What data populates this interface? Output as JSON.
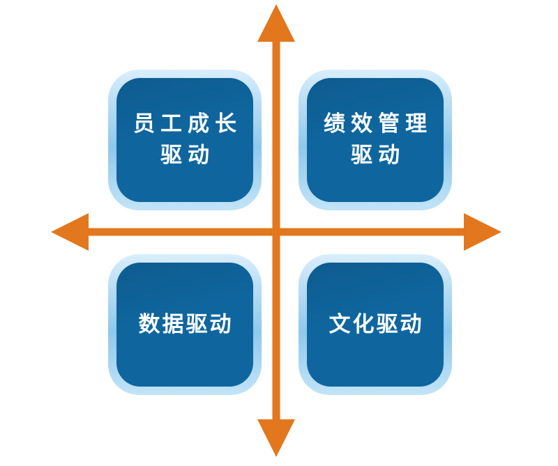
{
  "diagram": {
    "type": "quadrant-matrix",
    "quadrants": [
      {
        "position": "top-left",
        "lines": [
          "员工成长",
          "驱动"
        ]
      },
      {
        "position": "top-right",
        "lines": [
          "绩效管理",
          "驱动"
        ]
      },
      {
        "position": "bottom-left",
        "lines": [
          "数据驱动"
        ]
      },
      {
        "position": "bottom-right",
        "lines": [
          "文化驱动"
        ]
      }
    ]
  },
  "colors": {
    "background": "#ffffff",
    "axis_orange": "#e2771e",
    "box_fill": "#0f669e",
    "box_fill_deep": "#0d5c90",
    "frame_light": "#d9eefb",
    "frame_mid": "#8fc8ec",
    "frame_pale": "#c2e4f7",
    "label_text": "#ffffff"
  }
}
